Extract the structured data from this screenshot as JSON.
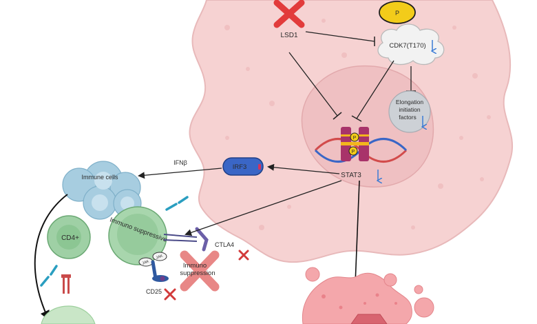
{
  "labels": {
    "lsd1": "LSD1",
    "cdk7": "CDK7(T170)",
    "p_main": "P",
    "p_small_1": "P",
    "p_small_2": "P",
    "elongation_line1": "Elongation",
    "elongation_line2": "initiation",
    "elongation_line3": "factors",
    "stat3": "STAT3",
    "irf3": "IRF3",
    "ifnb": "IFNβ",
    "immune_cells": "Immune cells",
    "cd4": "CD4+",
    "immuno_suppressive": "Immuno suppressive",
    "jak_1": "JAK",
    "jak_2": "JAK",
    "ctla4": "CTLA4",
    "immuno_suppression_line1": "Immuno",
    "immuno_suppression_line2": "suppression",
    "cd25": "CD25"
  },
  "colors": {
    "tumor_cell": "#f6d2d2",
    "nucleus": "#efc0c2",
    "inhibit_x": "#e23b3b",
    "stat3_magenta": "#a8336a",
    "irf3_blue": "#3a66c6",
    "cd4_green": "#9fd0a5",
    "immune_blue": "#a7cde0",
    "p_yellow": "#f1c40f",
    "down_arrow": "#3a7bd5"
  }
}
